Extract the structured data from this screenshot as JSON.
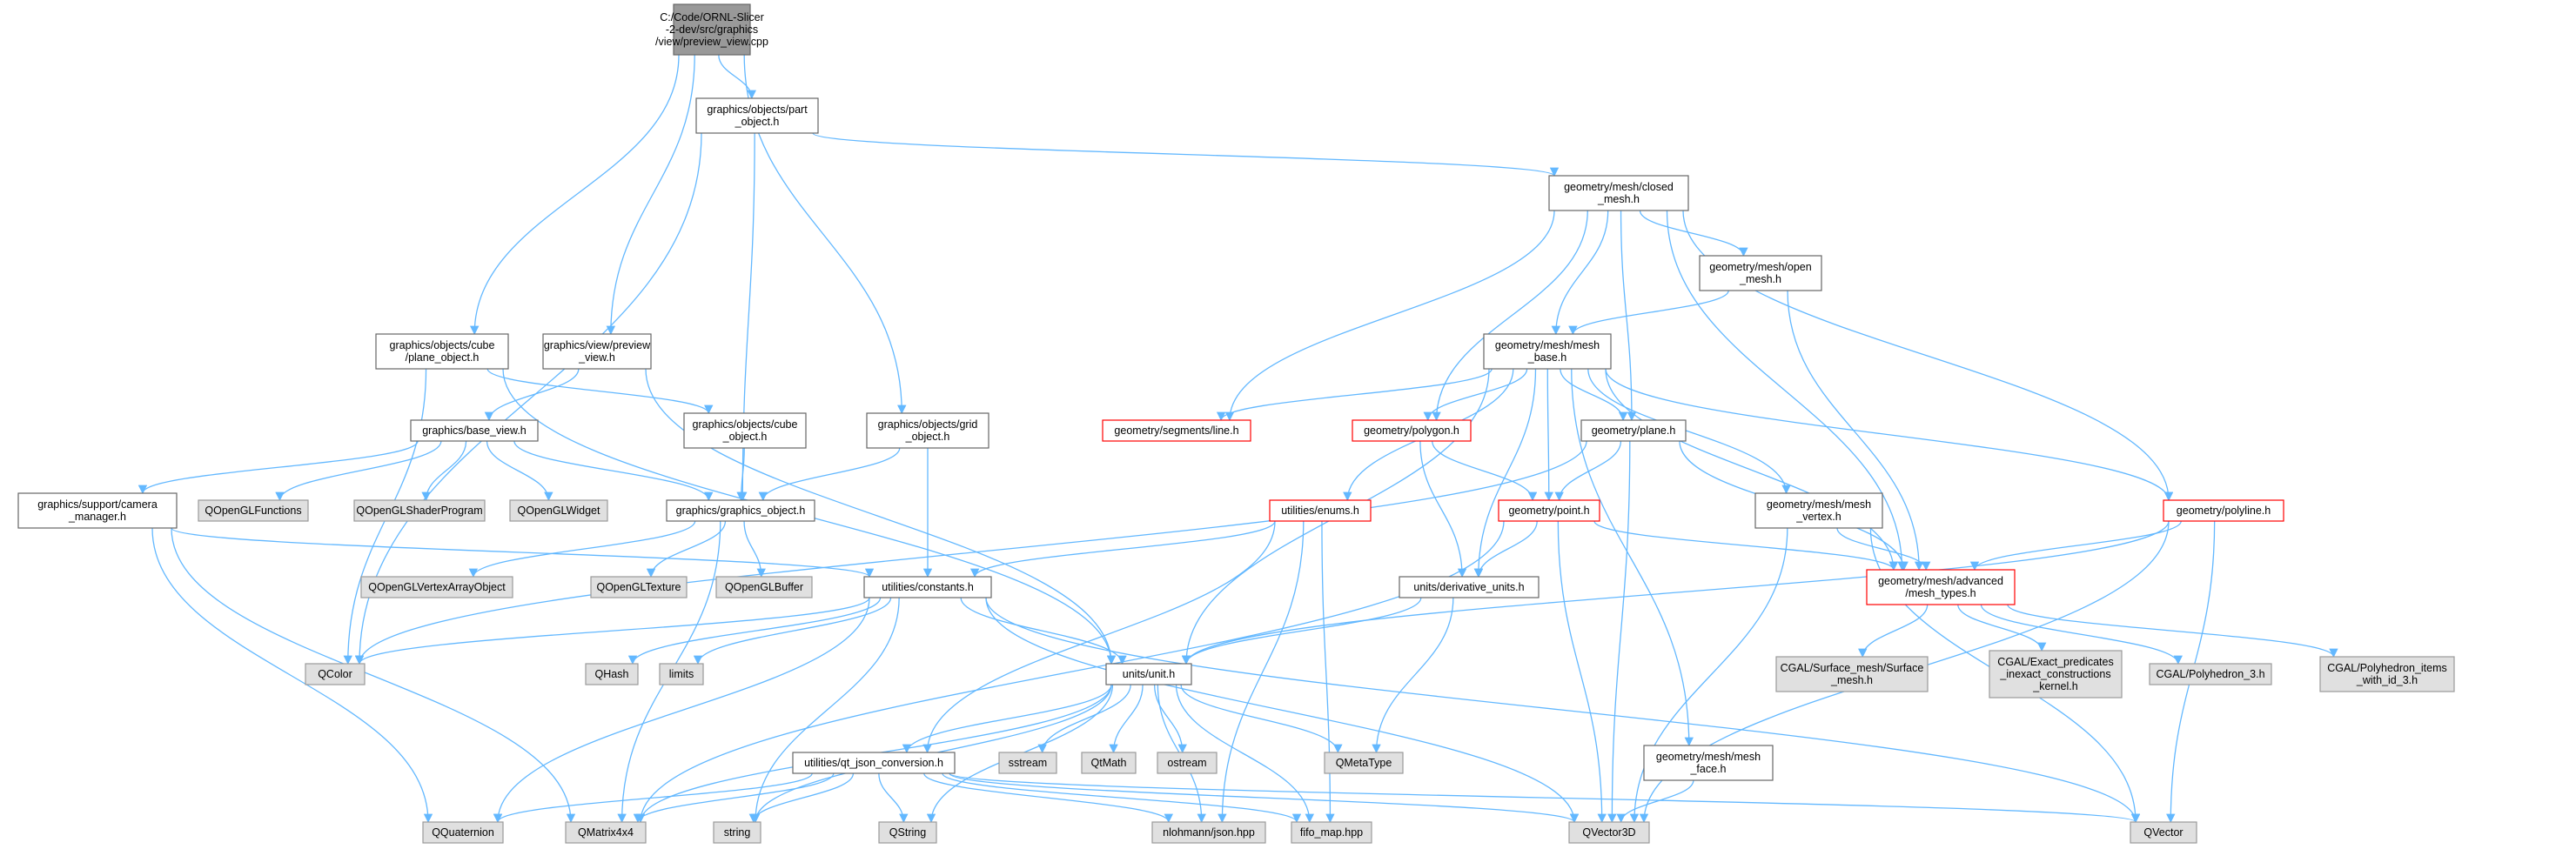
{
  "colors": {
    "root_fill": "#999999",
    "file_fill": "#ffffff",
    "file_stroke": "#666666",
    "external_fill": "#e0e0e0",
    "external_stroke": "#999999",
    "incomplete_stroke": "#ff0000",
    "edge": "#63b8ff"
  },
  "nodes": [
    {
      "id": "root",
      "kind": "root",
      "lines": [
        "C:/Code/ORNL-Slicer",
        "-2-dev/src/graphics",
        "/view/preview_view.cpp"
      ]
    },
    {
      "id": "part_object",
      "kind": "file",
      "lines": [
        "graphics/objects/part",
        "_object.h"
      ]
    },
    {
      "id": "closed_mesh",
      "kind": "file",
      "lines": [
        "geometry/mesh/closed",
        "_mesh.h"
      ]
    },
    {
      "id": "open_mesh",
      "kind": "file",
      "lines": [
        "geometry/mesh/open",
        "_mesh.h"
      ]
    },
    {
      "id": "mesh_base",
      "kind": "file",
      "lines": [
        "geometry/mesh/mesh",
        "_base.h"
      ]
    },
    {
      "id": "cube_plane",
      "kind": "file",
      "lines": [
        "graphics/objects/cube",
        "/plane_object.h"
      ]
    },
    {
      "id": "preview_view_h",
      "kind": "file",
      "lines": [
        "graphics/view/preview",
        "_view.h"
      ]
    },
    {
      "id": "base_view",
      "kind": "file",
      "lines": [
        "graphics/base_view.h"
      ]
    },
    {
      "id": "cube_object",
      "kind": "file",
      "lines": [
        "graphics/objects/cube",
        "_object.h"
      ]
    },
    {
      "id": "grid_object",
      "kind": "file",
      "lines": [
        "graphics/objects/grid",
        "_object.h"
      ]
    },
    {
      "id": "line",
      "kind": "incomplete",
      "lines": [
        "geometry/segments/line.h"
      ]
    },
    {
      "id": "polygon",
      "kind": "incomplete",
      "lines": [
        "geometry/polygon.h"
      ]
    },
    {
      "id": "plane",
      "kind": "file",
      "lines": [
        "geometry/plane.h"
      ]
    },
    {
      "id": "polyline",
      "kind": "incomplete",
      "lines": [
        "geometry/polyline.h"
      ]
    },
    {
      "id": "camera_manager",
      "kind": "file",
      "lines": [
        "graphics/support/camera",
        "_manager.h"
      ]
    },
    {
      "id": "QOpenGLFunctions",
      "kind": "external",
      "lines": [
        "QOpenGLFunctions"
      ]
    },
    {
      "id": "QOpenGLShaderProgram",
      "kind": "external",
      "lines": [
        "QOpenGLShaderProgram"
      ]
    },
    {
      "id": "QOpenGLWidget",
      "kind": "external",
      "lines": [
        "QOpenGLWidget"
      ]
    },
    {
      "id": "graphics_object",
      "kind": "file",
      "lines": [
        "graphics/graphics_object.h"
      ]
    },
    {
      "id": "enums",
      "kind": "incomplete",
      "lines": [
        "utilities/enums.h"
      ]
    },
    {
      "id": "point",
      "kind": "incomplete",
      "lines": [
        "geometry/point.h"
      ]
    },
    {
      "id": "mesh_vertex",
      "kind": "file",
      "lines": [
        "geometry/mesh/mesh",
        "_vertex.h"
      ]
    },
    {
      "id": "QOpenGLVertexArrayObject",
      "kind": "external",
      "lines": [
        "QOpenGLVertexArrayObject"
      ]
    },
    {
      "id": "QOpenGLTexture",
      "kind": "external",
      "lines": [
        "QOpenGLTexture"
      ]
    },
    {
      "id": "QOpenGLBuffer",
      "kind": "external",
      "lines": [
        "QOpenGLBuffer"
      ]
    },
    {
      "id": "constants",
      "kind": "file",
      "lines": [
        "utilities/constants.h"
      ]
    },
    {
      "id": "derivative_units",
      "kind": "file",
      "lines": [
        "units/derivative_units.h"
      ]
    },
    {
      "id": "mesh_types",
      "kind": "incomplete",
      "lines": [
        "geometry/mesh/advanced",
        "/mesh_types.h"
      ]
    },
    {
      "id": "QColor",
      "kind": "external",
      "lines": [
        "QColor"
      ]
    },
    {
      "id": "QHash",
      "kind": "external",
      "lines": [
        "QHash"
      ]
    },
    {
      "id": "limits",
      "kind": "external",
      "lines": [
        "limits"
      ]
    },
    {
      "id": "unit",
      "kind": "file",
      "lines": [
        "units/unit.h"
      ]
    },
    {
      "id": "surface_mesh",
      "kind": "external",
      "lines": [
        "CGAL/Surface_mesh/Surface",
        "_mesh.h"
      ]
    },
    {
      "id": "exact_predicates",
      "kind": "external",
      "lines": [
        "CGAL/Exact_predicates",
        "_inexact_constructions",
        "_kernel.h"
      ]
    },
    {
      "id": "polyhedron_3",
      "kind": "external",
      "lines": [
        "CGAL/Polyhedron_3.h"
      ]
    },
    {
      "id": "polyhedron_items",
      "kind": "external",
      "lines": [
        "CGAL/Polyhedron_items",
        "_with_id_3.h"
      ]
    },
    {
      "id": "qt_json",
      "kind": "file",
      "lines": [
        "utilities/qt_json_conversion.h"
      ]
    },
    {
      "id": "sstream",
      "kind": "external",
      "lines": [
        "sstream"
      ]
    },
    {
      "id": "QtMath",
      "kind": "external",
      "lines": [
        "QtMath"
      ]
    },
    {
      "id": "ostream",
      "kind": "external",
      "lines": [
        "ostream"
      ]
    },
    {
      "id": "QMetaType",
      "kind": "external",
      "lines": [
        "QMetaType"
      ]
    },
    {
      "id": "mesh_face",
      "kind": "file",
      "lines": [
        "geometry/mesh/mesh",
        "_face.h"
      ]
    },
    {
      "id": "QQuaternion",
      "kind": "external",
      "lines": [
        "QQuaternion"
      ]
    },
    {
      "id": "QMatrix4x4",
      "kind": "external",
      "lines": [
        "QMatrix4x4"
      ]
    },
    {
      "id": "string",
      "kind": "external",
      "lines": [
        "string"
      ]
    },
    {
      "id": "QString",
      "kind": "external",
      "lines": [
        "QString"
      ]
    },
    {
      "id": "json",
      "kind": "external",
      "lines": [
        "nlohmann/json.hpp"
      ]
    },
    {
      "id": "fifo_map",
      "kind": "external",
      "lines": [
        "fifo_map.hpp"
      ]
    },
    {
      "id": "QVector3D",
      "kind": "external",
      "lines": [
        "QVector3D"
      ]
    },
    {
      "id": "QVector",
      "kind": "external",
      "lines": [
        "QVector"
      ]
    }
  ],
  "edges": [
    [
      "root",
      "part_object"
    ],
    [
      "root",
      "cube_plane"
    ],
    [
      "root",
      "preview_view_h"
    ],
    [
      "root",
      "grid_object"
    ],
    [
      "part_object",
      "closed_mesh"
    ],
    [
      "part_object",
      "graphics_object"
    ],
    [
      "part_object",
      "QColor"
    ],
    [
      "closed_mesh",
      "open_mesh"
    ],
    [
      "closed_mesh",
      "mesh_base"
    ],
    [
      "closed_mesh",
      "line"
    ],
    [
      "closed_mesh",
      "polygon"
    ],
    [
      "closed_mesh",
      "plane"
    ],
    [
      "closed_mesh",
      "polyline"
    ],
    [
      "closed_mesh",
      "mesh_types"
    ],
    [
      "open_mesh",
      "mesh_base"
    ],
    [
      "open_mesh",
      "mesh_types"
    ],
    [
      "mesh_base",
      "line"
    ],
    [
      "mesh_base",
      "polygon"
    ],
    [
      "mesh_base",
      "plane"
    ],
    [
      "mesh_base",
      "polyline"
    ],
    [
      "mesh_base",
      "enums"
    ],
    [
      "mesh_base",
      "point"
    ],
    [
      "mesh_base",
      "mesh_vertex"
    ],
    [
      "mesh_base",
      "derivative_units"
    ],
    [
      "mesh_base",
      "mesh_types"
    ],
    [
      "mesh_base",
      "unit"
    ],
    [
      "mesh_base",
      "mesh_face"
    ],
    [
      "cube_plane",
      "cube_object"
    ],
    [
      "cube_plane",
      "QColor"
    ],
    [
      "cube_plane",
      "unit"
    ],
    [
      "preview_view_h",
      "base_view"
    ],
    [
      "preview_view_h",
      "unit"
    ],
    [
      "base_view",
      "camera_manager"
    ],
    [
      "base_view",
      "QOpenGLFunctions"
    ],
    [
      "base_view",
      "QOpenGLShaderProgram"
    ],
    [
      "base_view",
      "QOpenGLWidget"
    ],
    [
      "base_view",
      "graphics_object"
    ],
    [
      "cube_object",
      "graphics_object"
    ],
    [
      "grid_object",
      "graphics_object"
    ],
    [
      "grid_object",
      "constants"
    ],
    [
      "camera_manager",
      "constants"
    ],
    [
      "camera_manager",
      "QQuaternion"
    ],
    [
      "camera_manager",
      "QMatrix4x4"
    ],
    [
      "graphics_object",
      "QOpenGLVertexArrayObject"
    ],
    [
      "graphics_object",
      "QOpenGLTexture"
    ],
    [
      "graphics_object",
      "QOpenGLBuffer"
    ],
    [
      "graphics_object",
      "QMatrix4x4"
    ],
    [
      "polygon",
      "point"
    ],
    [
      "polygon",
      "derivative_units"
    ],
    [
      "plane",
      "point"
    ],
    [
      "plane",
      "mesh_types"
    ],
    [
      "plane",
      "QVector3D"
    ],
    [
      "plane",
      "QColor"
    ],
    [
      "polyline",
      "mesh_types"
    ],
    [
      "polyline",
      "unit"
    ],
    [
      "polyline",
      "QVector3D"
    ],
    [
      "polyline",
      "QVector"
    ],
    [
      "enums",
      "constants"
    ],
    [
      "enums",
      "qt_json"
    ],
    [
      "enums",
      "json"
    ],
    [
      "enums",
      "fifo_map"
    ],
    [
      "point",
      "derivative_units"
    ],
    [
      "point",
      "mesh_types"
    ],
    [
      "point",
      "QVector3D"
    ],
    [
      "point",
      "QMatrix4x4"
    ],
    [
      "mesh_vertex",
      "mesh_types"
    ],
    [
      "mesh_vertex",
      "QVector3D"
    ],
    [
      "mesh_vertex",
      "QVector"
    ],
    [
      "constants",
      "QColor"
    ],
    [
      "constants",
      "QHash"
    ],
    [
      "constants",
      "limits"
    ],
    [
      "constants",
      "unit"
    ],
    [
      "constants",
      "string"
    ],
    [
      "constants",
      "QVector3D"
    ],
    [
      "constants",
      "QQuaternion"
    ],
    [
      "constants",
      "QVector"
    ],
    [
      "derivative_units",
      "unit"
    ],
    [
      "derivative_units",
      "QMetaType"
    ],
    [
      "mesh_types",
      "surface_mesh"
    ],
    [
      "mesh_types",
      "exact_predicates"
    ],
    [
      "mesh_types",
      "polyhedron_3"
    ],
    [
      "mesh_types",
      "polyhedron_items"
    ],
    [
      "unit",
      "qt_json"
    ],
    [
      "unit",
      "sstream"
    ],
    [
      "unit",
      "QtMath"
    ],
    [
      "unit",
      "ostream"
    ],
    [
      "unit",
      "QMetaType"
    ],
    [
      "unit",
      "string"
    ],
    [
      "unit",
      "QString"
    ],
    [
      "unit",
      "json"
    ],
    [
      "unit",
      "fifo_map"
    ],
    [
      "unit",
      "QMatrix4x4"
    ],
    [
      "qt_json",
      "QQuaternion"
    ],
    [
      "qt_json",
      "QMatrix4x4"
    ],
    [
      "qt_json",
      "string"
    ],
    [
      "qt_json",
      "QString"
    ],
    [
      "qt_json",
      "json"
    ],
    [
      "qt_json",
      "fifo_map"
    ],
    [
      "qt_json",
      "QVector3D"
    ],
    [
      "qt_json",
      "QVector"
    ],
    [
      "mesh_face",
      "QVector3D"
    ]
  ]
}
